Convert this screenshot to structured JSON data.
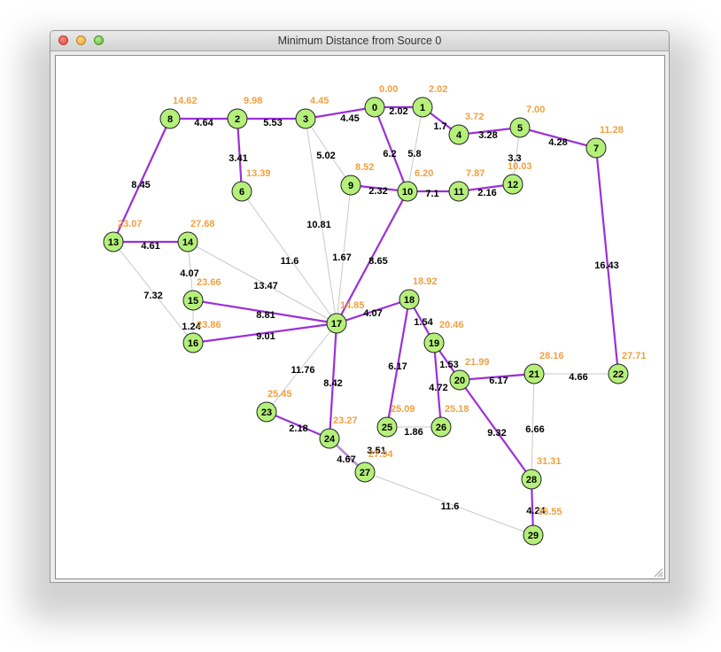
{
  "window": {
    "title": "Minimum Distance from Source 0"
  },
  "colors": {
    "node_fill": "#b5f07a",
    "tree_edge": "#9b30d9",
    "other_edge": "#c8c8c8",
    "distance_text": "#f0a040"
  },
  "nodes": [
    {
      "id": "0",
      "dist": "0.00"
    },
    {
      "id": "1",
      "dist": "2.02"
    },
    {
      "id": "2",
      "dist": "9.98"
    },
    {
      "id": "3",
      "dist": "4.45"
    },
    {
      "id": "4",
      "dist": "3.72"
    },
    {
      "id": "5",
      "dist": "7.00"
    },
    {
      "id": "6",
      "dist": "13.39"
    },
    {
      "id": "7",
      "dist": "11.28"
    },
    {
      "id": "8",
      "dist": "14.62"
    },
    {
      "id": "9",
      "dist": "8.52"
    },
    {
      "id": "10",
      "dist": "6.20"
    },
    {
      "id": "11",
      "dist": "7.87"
    },
    {
      "id": "12",
      "dist": "10.03"
    },
    {
      "id": "13",
      "dist": "23.07"
    },
    {
      "id": "14",
      "dist": "27.68"
    },
    {
      "id": "15",
      "dist": "23.66"
    },
    {
      "id": "16",
      "dist": "23.86"
    },
    {
      "id": "17",
      "dist": "14.85"
    },
    {
      "id": "18",
      "dist": "18.92"
    },
    {
      "id": "19",
      "dist": "20.46"
    },
    {
      "id": "20",
      "dist": "21.99"
    },
    {
      "id": "21",
      "dist": "28.16"
    },
    {
      "id": "22",
      "dist": "27.71"
    },
    {
      "id": "23",
      "dist": "25.45"
    },
    {
      "id": "24",
      "dist": "23.27"
    },
    {
      "id": "25",
      "dist": "25.09"
    },
    {
      "id": "26",
      "dist": "25.18"
    },
    {
      "id": "27",
      "dist": "27.94"
    },
    {
      "id": "28",
      "dist": "31.31"
    },
    {
      "id": "29",
      "dist": "35.55"
    }
  ],
  "edges": [
    {
      "from": "0",
      "to": "1",
      "weight": "2.02",
      "tree": true
    },
    {
      "from": "0",
      "to": "3",
      "weight": "4.45",
      "tree": true
    },
    {
      "from": "0",
      "to": "10",
      "weight": "6.2",
      "tree": true
    },
    {
      "from": "1",
      "to": "4",
      "weight": "1.7",
      "tree": true
    },
    {
      "from": "1",
      "to": "10",
      "weight": "5.8",
      "tree": false
    },
    {
      "from": "2",
      "to": "3",
      "weight": "5.53",
      "tree": true
    },
    {
      "from": "2",
      "to": "8",
      "weight": "4.64",
      "tree": true
    },
    {
      "from": "2",
      "to": "6",
      "weight": "3.41",
      "tree": true
    },
    {
      "from": "3",
      "to": "9",
      "weight": "5.02",
      "tree": false
    },
    {
      "from": "3",
      "to": "17",
      "weight": "10.81",
      "tree": false
    },
    {
      "from": "4",
      "to": "5",
      "weight": "3.28",
      "tree": true
    },
    {
      "from": "5",
      "to": "7",
      "weight": "4.28",
      "tree": true
    },
    {
      "from": "5",
      "to": "12",
      "weight": "3.3",
      "tree": false
    },
    {
      "from": "6",
      "to": "17",
      "weight": "11.6",
      "tree": false
    },
    {
      "from": "7",
      "to": "22",
      "weight": "16.43",
      "tree": true
    },
    {
      "from": "8",
      "to": "13",
      "weight": "8.45",
      "tree": true
    },
    {
      "from": "9",
      "to": "10",
      "weight": "2.32",
      "tree": true
    },
    {
      "from": "9",
      "to": "17",
      "weight": "7.1",
      "tree": false
    },
    {
      "from": "10",
      "to": "11",
      "weight": "1.67",
      "tree": true
    },
    {
      "from": "10",
      "to": "17",
      "weight": "8.65",
      "tree": true
    },
    {
      "from": "11",
      "to": "12",
      "weight": "2.16",
      "tree": true
    },
    {
      "from": "13",
      "to": "14",
      "weight": "4.61",
      "tree": true
    },
    {
      "from": "13",
      "to": "16",
      "weight": "7.32",
      "tree": false
    },
    {
      "from": "14",
      "to": "15",
      "weight": "4.07",
      "tree": false
    },
    {
      "from": "14",
      "to": "17",
      "weight": "13.47",
      "tree": false
    },
    {
      "from": "15",
      "to": "16",
      "weight": "1.24",
      "tree": false
    },
    {
      "from": "15",
      "to": "17",
      "weight": "8.81",
      "tree": true
    },
    {
      "from": "16",
      "to": "17",
      "weight": "9.01",
      "tree": true
    },
    {
      "from": "17",
      "to": "18",
      "weight": "4.07",
      "tree": true
    },
    {
      "from": "17",
      "to": "23",
      "weight": "11.76",
      "tree": false
    },
    {
      "from": "17",
      "to": "24",
      "weight": "8.42",
      "tree": true
    },
    {
      "from": "18",
      "to": "19",
      "weight": "1.54",
      "tree": true
    },
    {
      "from": "18",
      "to": "25",
      "weight": "6.17",
      "tree": true
    },
    {
      "from": "19",
      "to": "20",
      "weight": "1.53",
      "tree": true
    },
    {
      "from": "19",
      "to": "26",
      "weight": "4.72",
      "tree": true
    },
    {
      "from": "20",
      "to": "21",
      "weight": "6.17",
      "tree": true
    },
    {
      "from": "20",
      "to": "28",
      "weight": "9.32",
      "tree": true
    },
    {
      "from": "21",
      "to": "22",
      "weight": "4.66",
      "tree": false
    },
    {
      "from": "21",
      "to": "28",
      "weight": "6.66",
      "tree": false
    },
    {
      "from": "23",
      "to": "24",
      "weight": "2.18",
      "tree": true
    },
    {
      "from": "24",
      "to": "27",
      "weight": "4.67",
      "tree": true
    },
    {
      "from": "25",
      "to": "26",
      "weight": "1.86",
      "tree": false
    },
    {
      "from": "27",
      "to": "29",
      "weight": "11.6",
      "tree": false
    },
    {
      "from": "28",
      "to": "29",
      "weight": "4.24",
      "tree": true
    },
    {
      "from": "24",
      "to": "27",
      "weight": "3.51",
      "tree": false
    }
  ]
}
